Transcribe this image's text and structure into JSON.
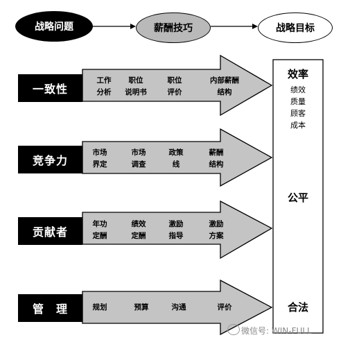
{
  "header": {
    "issues": "战略问题",
    "techniques": "薪酬技巧",
    "goals": "战略目标"
  },
  "rows": [
    {
      "label": "一致性",
      "items": [
        [
          "工作",
          "分析"
        ],
        [
          "职位",
          "说明书"
        ],
        [
          "职位",
          "评价"
        ],
        [
          "内部薪酬",
          "结构"
        ]
      ]
    },
    {
      "label": "竞争力",
      "items": [
        [
          "市场",
          "界定"
        ],
        [
          "市场",
          "调查"
        ],
        [
          "政策",
          "线"
        ],
        [
          "薪酬",
          "结构"
        ]
      ]
    },
    {
      "label": "贡献者",
      "items": [
        [
          "年功",
          "定酬"
        ],
        [
          "绩效",
          "定酬"
        ],
        [
          "激励",
          "指导"
        ],
        [
          "激励",
          "方案"
        ]
      ]
    },
    {
      "label": "管　理",
      "items": [
        [
          "规划",
          ""
        ],
        [
          "预算",
          ""
        ],
        [
          "沟通",
          ""
        ],
        [
          "评价",
          ""
        ]
      ]
    }
  ],
  "goals": {
    "efficiency": "效率",
    "efficiency_items": [
      "绩效",
      "质量",
      "顾客",
      "成本"
    ],
    "fairness": "公平",
    "legality": "合法"
  },
  "watermark": "微信号: WIN-FULL",
  "colors": {
    "arrow_fill": "#c4c4c4",
    "label_bg": "#000000",
    "tech_oval": "#b9b9b9"
  }
}
